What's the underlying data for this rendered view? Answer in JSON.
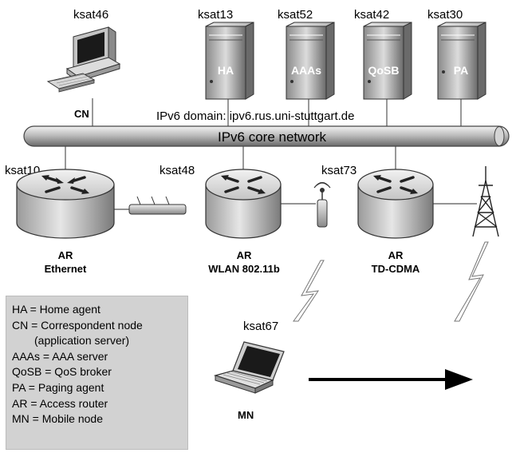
{
  "hosts": {
    "cn": "ksat46",
    "ha": "ksat13",
    "aaas": "ksat52",
    "qosb": "ksat42",
    "pa": "ksat30",
    "ar_eth": "ksat10",
    "ar_wlan": "ksat48",
    "ar_tdcdma": "ksat73",
    "mn": "ksat67"
  },
  "servers": {
    "ha": "HA",
    "aaas": "AAAs",
    "qosb": "QoSB",
    "pa": "PA"
  },
  "node_labels": {
    "cn": "CN",
    "mn": "MN"
  },
  "domain_label": "IPv6 domain: ipv6.rus.uni-stuttgart.de",
  "core_label": "IPv6 core network",
  "routers": {
    "eth": {
      "type": "AR",
      "tech": "Ethernet"
    },
    "wlan": {
      "type": "AR",
      "tech": "WLAN 802.11b"
    },
    "tdcdma": {
      "type": "AR",
      "tech": "TD-CDMA"
    }
  },
  "legend": [
    "HA = Home agent",
    "CN = Correspondent node",
    "(application server)",
    "AAAs = AAA server",
    "QoSB = QoS broker",
    "PA  = Paging agent",
    "AR = Access router",
    "MN = Mobile node"
  ]
}
